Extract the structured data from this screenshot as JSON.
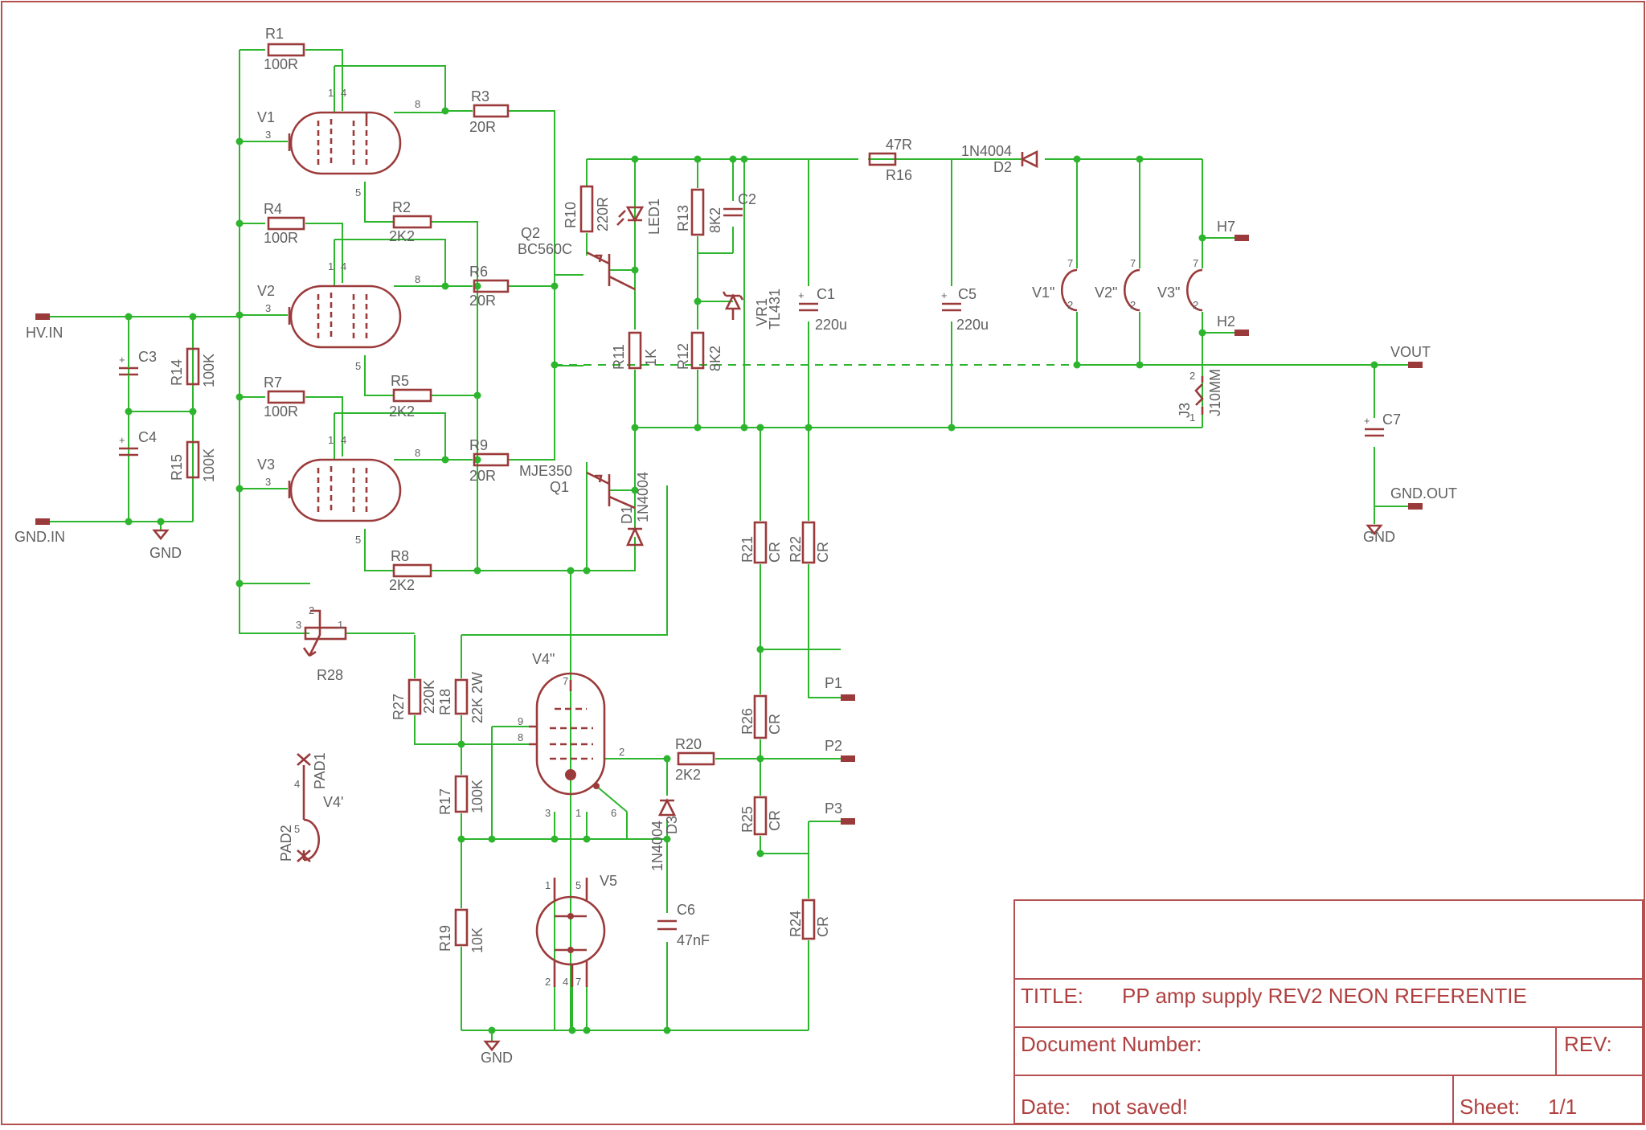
{
  "title_block": {
    "title_label": "TITLE:",
    "title_value": "PP amp supply REV2 NEON REFERENTIE",
    "doc_label": "Document Number:",
    "rev_label": "REV:",
    "date_label": "Date:",
    "date_value": "not saved!",
    "sheet_label": "Sheet:",
    "sheet_value": "1/1"
  },
  "ports": {
    "hv_in": "HV.IN",
    "gnd_in": "GND.IN",
    "vout": "VOUT",
    "gnd_out": "GND.OUT",
    "h7": "H7",
    "h2": "H2",
    "p1": "P1",
    "p2": "P2",
    "p3": "P3"
  },
  "gnd_labels": [
    "GND",
    "GND",
    "GND"
  ],
  "components": {
    "R1": {
      "ref": "R1",
      "val": "100R"
    },
    "R2": {
      "ref": "R2",
      "val": "2K2"
    },
    "R3": {
      "ref": "R3",
      "val": "20R"
    },
    "R4": {
      "ref": "R4",
      "val": "100R"
    },
    "R5": {
      "ref": "R5",
      "val": "2K2"
    },
    "R6": {
      "ref": "R6",
      "val": "20R"
    },
    "R7": {
      "ref": "R7",
      "val": "100R"
    },
    "R8": {
      "ref": "R8",
      "val": "2K2"
    },
    "R9": {
      "ref": "R9",
      "val": "20R"
    },
    "R10": {
      "ref": "R10",
      "val": "220R"
    },
    "R11": {
      "ref": "R11",
      "val": "1K"
    },
    "R12": {
      "ref": "R12",
      "val": "8K2"
    },
    "R13": {
      "ref": "R13",
      "val": "8K2"
    },
    "R14": {
      "ref": "R14",
      "val": "100K"
    },
    "R15": {
      "ref": "R15",
      "val": "100K"
    },
    "R16": {
      "ref": "R16",
      "val": "47R"
    },
    "R17": {
      "ref": "R17",
      "val": "100K"
    },
    "R18": {
      "ref": "R18",
      "val": "22K 2W"
    },
    "R19": {
      "ref": "R19",
      "val": "10K"
    },
    "R20": {
      "ref": "R20",
      "val": "2K2"
    },
    "R21": {
      "ref": "R21",
      "val": "CR"
    },
    "R22": {
      "ref": "R22",
      "val": "CR"
    },
    "R24": {
      "ref": "R24",
      "val": "CR"
    },
    "R25": {
      "ref": "R25",
      "val": "CR"
    },
    "R26": {
      "ref": "R26",
      "val": "CR"
    },
    "R27": {
      "ref": "R27",
      "val": "220K"
    },
    "R28": {
      "ref": "R28"
    },
    "C1": {
      "ref": "C1",
      "val": "220u"
    },
    "C2": {
      "ref": "C2"
    },
    "C3": {
      "ref": "C3"
    },
    "C4": {
      "ref": "C4"
    },
    "C5": {
      "ref": "C5",
      "val": "220u"
    },
    "C6": {
      "ref": "C6",
      "val": "47nF"
    },
    "C7": {
      "ref": "C7"
    },
    "D1": {
      "ref": "D1",
      "val": "1N4004"
    },
    "D2": {
      "ref": "D2",
      "val": "1N4004"
    },
    "D3": {
      "ref": "D3",
      "val": "1N4004"
    },
    "LED1": {
      "ref": "LED1"
    },
    "VR1": {
      "ref": "VR1",
      "val": "TL431"
    },
    "Q1": {
      "ref": "Q1",
      "val": "MJE350"
    },
    "Q2": {
      "ref": "Q2",
      "val": "BC560C"
    },
    "J3": {
      "ref": "J3",
      "val": "J10MM"
    },
    "V1": {
      "ref": "V1"
    },
    "V2": {
      "ref": "V2"
    },
    "V3": {
      "ref": "V3"
    },
    "V4": {
      "ref": "V4\""
    },
    "V5": {
      "ref": "V5"
    },
    "V1H": {
      "ref": "V1\""
    },
    "V2H": {
      "ref": "V2\""
    },
    "V3H": {
      "ref": "V3\""
    },
    "V4P": {
      "ref": "V4'"
    },
    "PAD1": {
      "ref": "PAD1"
    },
    "PAD2": {
      "ref": "PAD2"
    }
  }
}
